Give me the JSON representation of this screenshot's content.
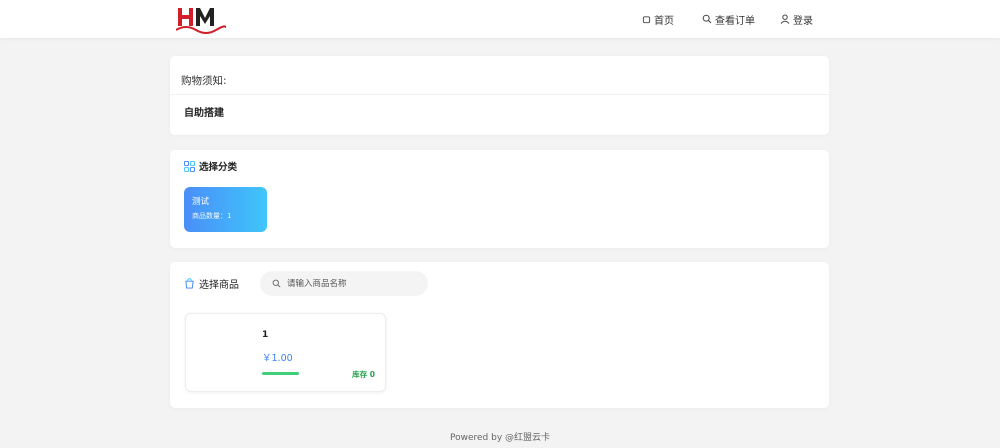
{
  "header": {
    "logo_text": "HM",
    "nav": {
      "home_label": "首页",
      "orders_label": "查看订单",
      "login_label": "登录"
    }
  },
  "notice": {
    "title": "购物须知:",
    "body": "自助搭建"
  },
  "category_section": {
    "title": "选择分类",
    "items": [
      {
        "name": "测试",
        "count_label": "商品数量：1"
      }
    ]
  },
  "product_section": {
    "title": "选择商品",
    "search_placeholder": "请输入商品名称",
    "products": [
      {
        "name": "1",
        "price": "￥1.00",
        "stock": "库存 0"
      }
    ]
  },
  "footer": {
    "text": "Powered by @红盟云卡"
  },
  "colors": {
    "accent": "#3b82f6",
    "stock_green": "#22a04a",
    "tile_gradient_start": "#4a8ef8",
    "tile_gradient_end": "#3fc6fb"
  }
}
